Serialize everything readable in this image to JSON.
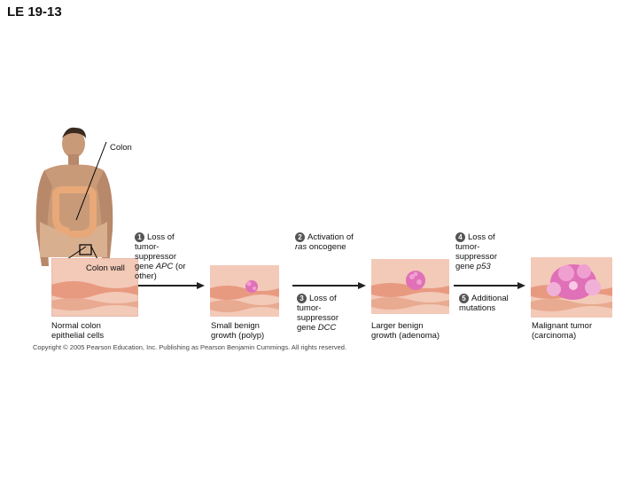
{
  "slide_title": "LE 19-13",
  "labels": {
    "colon": "Colon",
    "colon_wall": "Colon wall",
    "normal_cells": [
      "Normal colon",
      "epithelial cells"
    ],
    "small_benign": [
      "Small benign",
      "growth (polyp)"
    ],
    "larger_benign": [
      "Larger benign",
      "growth (adenoma)"
    ],
    "malignant": [
      "Malignant tumor",
      "(carcinoma)"
    ]
  },
  "steps": [
    {
      "num": "1",
      "lines": [
        "Loss of",
        "tumor-",
        "suppressor",
        "gene ",
        " (or",
        "other)"
      ],
      "gene": "APC"
    },
    {
      "num": "2",
      "lines": [
        "Activation of",
        " oncogene"
      ],
      "gene": "ras"
    },
    {
      "num": "3",
      "lines": [
        "Loss of",
        "tumor-",
        "suppressor",
        "gene "
      ],
      "gene": "DCC"
    },
    {
      "num": "4",
      "lines": [
        "Loss of",
        "tumor-",
        "suppressor",
        "gene "
      ],
      "gene": "p53"
    },
    {
      "num": "5",
      "lines": [
        "Additional",
        "mutations"
      ]
    }
  ],
  "copyright": "Copyright © 2005 Pearson Education, Inc. Publishing as Pearson Benjamin Cummings. All rights reserved.",
  "colors": {
    "skin": "#c89a78",
    "skin_dark": "#9a6a4c",
    "hair": "#3a2a20",
    "colon": "#e8a878",
    "tissue_pink": "#f3c9b8",
    "tissue_band": "#e89a80",
    "tumor": "#e070b8",
    "arrow": "#222222"
  }
}
